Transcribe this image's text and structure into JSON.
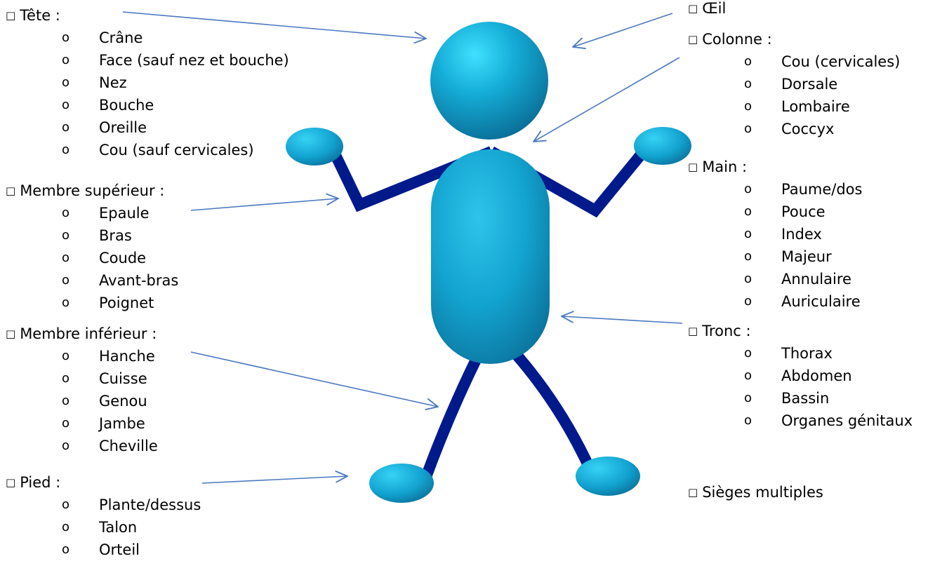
{
  "checkbox_glyph": "□",
  "bullet_glyph": "o",
  "colors": {
    "figure_light": "#40e0ff",
    "figure_mid": "#12a9d4",
    "figure_dark": "#0a6f98",
    "limbs": "#001a8c",
    "arrows": "#4a78c0"
  },
  "groups": {
    "tete": {
      "label": "Tête :",
      "items": [
        "Crâne",
        "Face (sauf nez et bouche)",
        "Nez",
        "Bouche",
        "Oreille",
        "Cou (sauf cervicales)"
      ]
    },
    "membre_sup": {
      "label": "Membre supérieur :",
      "items": [
        "Epaule",
        "Bras",
        "Coude",
        "Avant-bras",
        "Poignet"
      ]
    },
    "membre_inf": {
      "label": "Membre inférieur :",
      "items": [
        "Hanche",
        "Cuisse",
        "Genou",
        "Jambe",
        "Cheville"
      ]
    },
    "pied": {
      "label": "Pied :",
      "items": [
        "Plante/dessus",
        "Talon",
        "Orteil"
      ]
    },
    "oeil": {
      "label": "Œil",
      "items": []
    },
    "colonne": {
      "label": "Colonne :",
      "items": [
        "Cou (cervicales)",
        "Dorsale",
        "Lombaire",
        "Coccyx"
      ]
    },
    "main": {
      "label": "Main :",
      "items": [
        "Paume/dos",
        "Pouce",
        "Index",
        "Majeur",
        "Annulaire",
        "Auriculaire"
      ]
    },
    "tronc": {
      "label": "Tronc :",
      "items": [
        "Thorax",
        "Abdomen",
        "Bassin",
        "Organes génitaux"
      ]
    },
    "sieges": {
      "label": "Sièges multiples",
      "items": []
    }
  }
}
